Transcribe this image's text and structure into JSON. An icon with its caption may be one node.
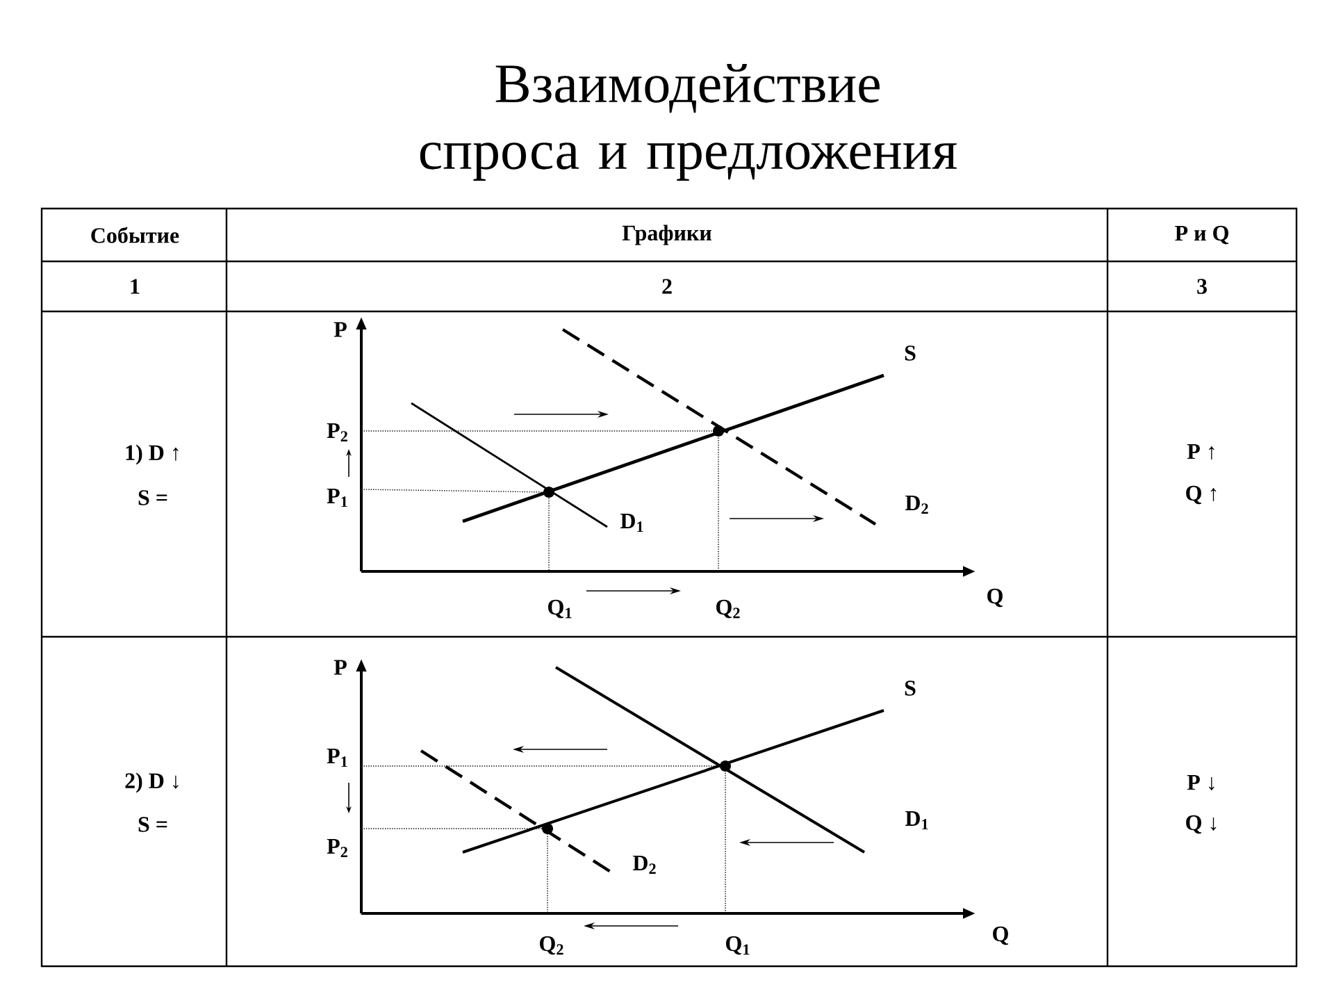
{
  "diagram": {
    "title": "Взаимодействие спроса и предложения",
    "labels": [
      "Событие",
      "Графики",
      "P и Q",
      "1",
      "2",
      "3",
      "1) D ↑",
      "S =",
      "P",
      "P$_{2}$",
      "P$_{1}$",
      "S",
      "D$_{1}$",
      "D$_{2}$",
      "Q$_{1}$",
      "Q$_{2}$",
      "Q",
      "P ↑",
      "Q ↑",
      "2) D ↓",
      "S =",
      "P",
      "P$_{1}$",
      "P$_{2}$",
      "S",
      "D$_{1}$",
      "D$_{2}$",
      "Q$_{2}$",
      "Q$_{1}$",
      "Q",
      "P ↓",
      "Q ↓"
    ]
  }
}
